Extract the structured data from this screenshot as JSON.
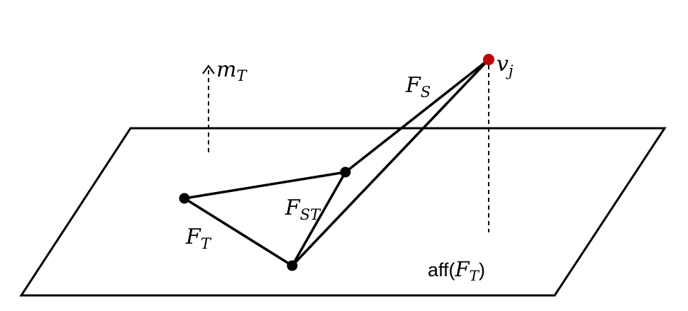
{
  "colors": {
    "stroke": "#000000",
    "vertex": "#000000",
    "apex": "#c00000",
    "background": "#ffffff"
  },
  "labels": {
    "normal_main": "m",
    "normal_sub": "T",
    "apex_main": "v",
    "apex_sub": "j",
    "face_s_main": "F",
    "face_s_sub": "S",
    "face_st_main": "F",
    "face_st_sub": "ST",
    "face_t_main": "F",
    "face_t_sub": "T",
    "aff_prefix": "aff(",
    "aff_main": "F",
    "aff_sub": "T",
    "aff_suffix": ")"
  }
}
